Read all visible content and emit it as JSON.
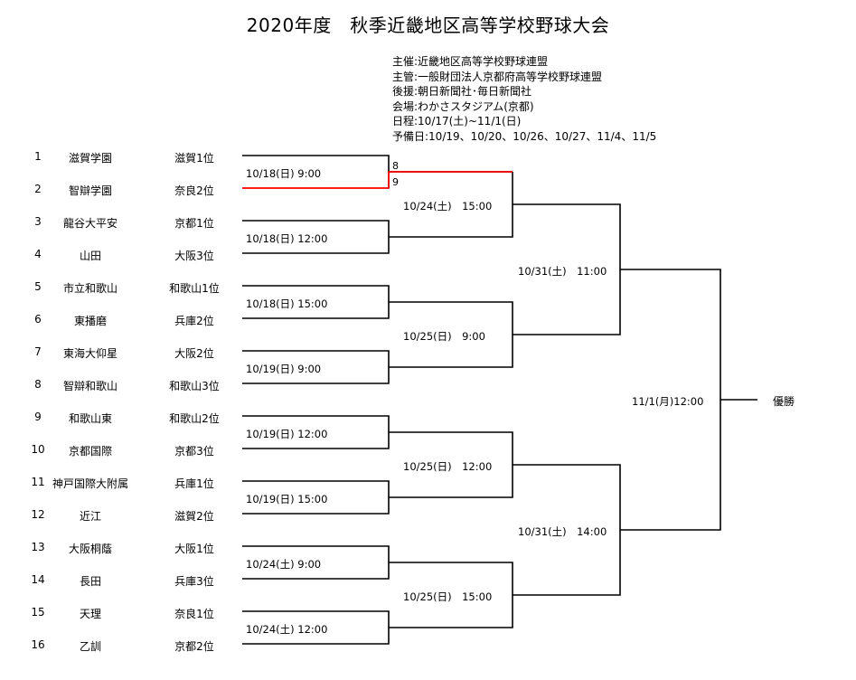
{
  "title": "2020年度　秋季近畿地区高等学校野球大会",
  "info": [
    "主催:近畿地区高等学校野球連盟",
    "主管:一般財団法人京都府高等学校野球連盟",
    "後援:朝日新聞社･毎日新聞社",
    "会場:わかさスタジアム(京都)",
    "日程:10/17(土)~11/1(日)",
    "予備日:10/19、10/20、10/26、10/27、11/4、11/5"
  ],
  "teams": [
    {
      "no": "1",
      "school": "滋賀学園",
      "qual": "滋賀1位"
    },
    {
      "no": "2",
      "school": "智辯学園",
      "qual": "奈良2位"
    },
    {
      "no": "3",
      "school": "龍谷大平安",
      "qual": "京都1位"
    },
    {
      "no": "4",
      "school": "山田",
      "qual": "大阪3位"
    },
    {
      "no": "5",
      "school": "市立和歌山",
      "qual": "和歌山1位"
    },
    {
      "no": "6",
      "school": "東播磨",
      "qual": "兵庫2位"
    },
    {
      "no": "7",
      "school": "東海大仰星",
      "qual": "大阪2位"
    },
    {
      "no": "8",
      "school": "智辯和歌山",
      "qual": "和歌山3位"
    },
    {
      "no": "9",
      "school": "和歌山東",
      "qual": "和歌山2位"
    },
    {
      "no": "10",
      "school": "京都国際",
      "qual": "京都3位"
    },
    {
      "no": "11",
      "school": "神戸国際大附属",
      "qual": "兵庫1位"
    },
    {
      "no": "12",
      "school": "近江",
      "qual": "滋賀2位"
    },
    {
      "no": "13",
      "school": "大阪桐蔭",
      "qual": "大阪1位"
    },
    {
      "no": "14",
      "school": "長田",
      "qual": "兵庫3位"
    },
    {
      "no": "15",
      "school": "天理",
      "qual": "奈良1位"
    },
    {
      "no": "16",
      "school": "乙訓",
      "qual": "京都2位"
    }
  ],
  "round1": [
    "10/18(日) 9:00",
    "10/18(日) 12:00",
    "10/18(日) 15:00",
    "10/19(日) 9:00",
    "10/19(日) 12:00",
    "10/19(日) 15:00",
    "10/24(土) 9:00",
    "10/24(土) 12:00"
  ],
  "round1_scores": [
    "8",
    "9"
  ],
  "quarterfinals": [
    "10/24(土)　15:00",
    "10/25(日)　9:00",
    "10/25(日)　12:00",
    "10/25(日)　15:00"
  ],
  "semifinals": [
    "10/31(土)　11:00",
    "10/31(土)　14:00"
  ],
  "final": "11/1(月)12:00",
  "champion_label": "優勝",
  "colors": {
    "winner_line": "#ff0000",
    "line": "#000000"
  }
}
